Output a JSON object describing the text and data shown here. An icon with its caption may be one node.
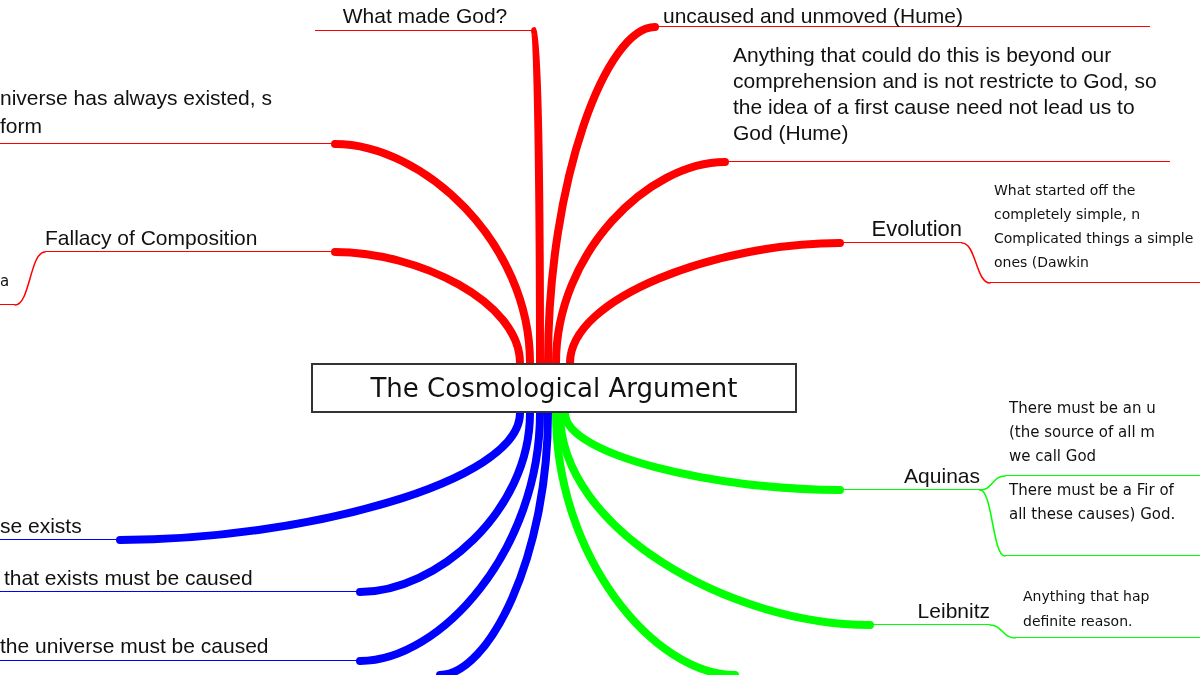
{
  "diagram": {
    "nodes": [
      {
        "text": [
          "The Cosmological Argument"
        ]
      },
      {
        "text": [
          "What made God?"
        ]
      },
      {
        "text": [
          "uncaused and unmoved (Hume)"
        ]
      },
      {
        "text": [
          "Anything that could do this is beyond our comprehension and is not restricte to God, so the idea of a first cause need not lead us to God (Hume)"
        ]
      },
      {
        "text": [
          "Evolution"
        ]
      },
      {
        "text": [
          "What started off the completely simple, n Complicated things a simple ones (Dawkin"
        ]
      },
      {
        "text": [
          "niverse has always existed, s form"
        ]
      },
      {
        "text": [
          "Fallacy of Composition"
        ]
      },
      {
        "text": [
          "a"
        ]
      },
      {
        "text": [
          "se exists"
        ]
      },
      {
        "text": [
          "that exists must be caused"
        ]
      },
      {
        "text": [
          "the universe must be caused"
        ]
      },
      {
        "text": [
          "Aquinas"
        ]
      },
      {
        "text": [
          "There must be an u (the source of all m we call God"
        ]
      },
      {
        "text": [
          "There must be a Fir of all these causes) God."
        ]
      },
      {
        "text": [
          "Leibnitz"
        ]
      },
      {
        "text": [
          "Anything that hap definite reason."
        ]
      }
    ],
    "edges": [
      {
        "from": 0,
        "to": 1,
        "arrow": "none",
        "color": "#ff0000"
      },
      {
        "from": 0,
        "to": 2,
        "arrow": "none",
        "color": "#ff0000"
      },
      {
        "from": 0,
        "to": 3,
        "arrow": "none",
        "color": "#ff0000"
      },
      {
        "from": 0,
        "to": 4,
        "arrow": "none",
        "color": "#ff0000"
      },
      {
        "from": 4,
        "to": 5,
        "arrow": "none",
        "color": "#ff0000"
      },
      {
        "from": 0,
        "to": 6,
        "arrow": "none",
        "color": "#ff0000"
      },
      {
        "from": 0,
        "to": 7,
        "arrow": "none",
        "color": "#ff0000"
      },
      {
        "from": 7,
        "to": 8,
        "arrow": "none",
        "color": "#ff0000"
      },
      {
        "from": 0,
        "to": 9,
        "arrow": "none",
        "color": "#0000ff"
      },
      {
        "from": 0,
        "to": 10,
        "arrow": "none",
        "color": "#0000ff"
      },
      {
        "from": 0,
        "to": 11,
        "arrow": "none",
        "color": "#0000ff"
      },
      {
        "from": 0,
        "to": null,
        "arrow": "none",
        "color": "#0000ff"
      },
      {
        "from": 0,
        "to": 12,
        "arrow": "none",
        "color": "#00ff00"
      },
      {
        "from": 12,
        "to": 13,
        "arrow": "none",
        "color": "#00ff00"
      },
      {
        "from": 12,
        "to": 14,
        "arrow": "none",
        "color": "#00ff00"
      },
      {
        "from": 0,
        "to": 15,
        "arrow": "none",
        "color": "#00ff00"
      },
      {
        "from": 15,
        "to": 16,
        "arrow": "none",
        "color": "#00ff00"
      },
      {
        "from": 0,
        "to": null,
        "arrow": "none",
        "color": "#00ff00"
      }
    ]
  }
}
